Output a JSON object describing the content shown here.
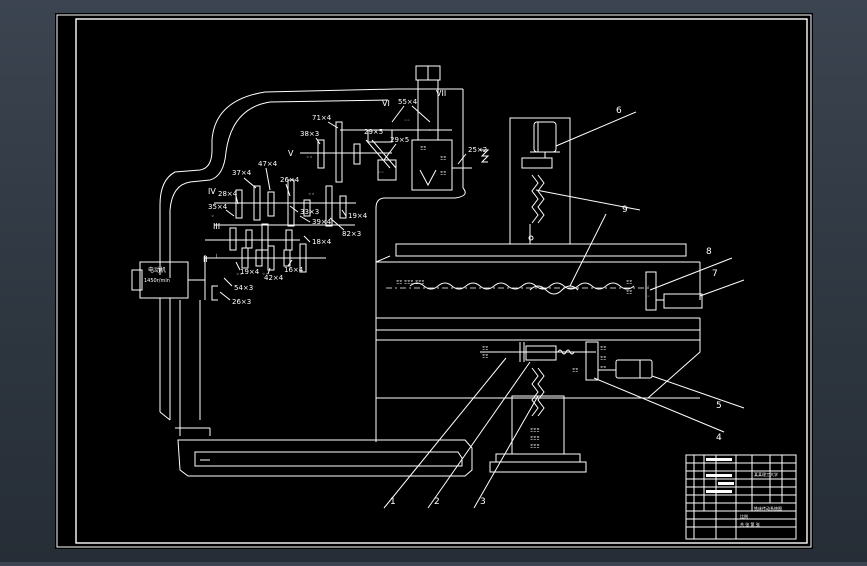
{
  "drawing": {
    "background": "#000000",
    "line_color": "#ffffff",
    "frame_color": "#ffffff"
  },
  "shaft_labels": {
    "I": "I",
    "II": "II",
    "III": "III",
    "IV": "IV",
    "V": "V",
    "VI": "VI",
    "VII": "VII"
  },
  "gear_labels": {
    "g55x4": "55×4",
    "g71x4": "71×4",
    "g38x3": "38×3",
    "g29x5a": "29×5",
    "g29x5b": "29×5",
    "g25x2": "25×2",
    "g47x4": "47×4",
    "g37x4": "37×4",
    "g26x4": "26×4",
    "g28x4": "28×4",
    "g35x4": "35×4",
    "g33x3": "33×3",
    "g39x4": "39×4",
    "g19x4a": "19×4",
    "g82x3": "82×3",
    "g18x4": "18×4",
    "g19x4b": "19×4",
    "g42x4": "42×4",
    "g16x4": "16×4",
    "g54x3": "54×3",
    "g26x3": "26×3"
  },
  "motor_label": "电动机",
  "motor_sublabel": "1450r/min",
  "callouts": {
    "c1": "1",
    "c2": "2",
    "c3": "3",
    "c4": "4",
    "c5": "5",
    "c6": "6",
    "c7": "7",
    "c8": "8",
    "c9": "9"
  },
  "title_block": {
    "school": "某某理工大学",
    "drawing_name": "铣床传动系统图",
    "scale": "比例",
    "sheet": "共 张 第 张"
  }
}
